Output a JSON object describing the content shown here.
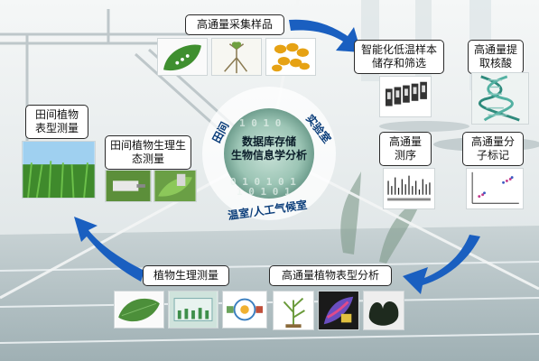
{
  "center": {
    "line1": "数据库存储",
    "line2": "生物信息学分析"
  },
  "ring": {
    "field": "田间",
    "lab": "实验室",
    "greenhouse": "温室/人工气候室"
  },
  "nodes": {
    "collect": "高通量采集样品",
    "storage": "智能化低温样本储存和筛选",
    "extract": "高通量提取核酸",
    "sequence": "高通量测序",
    "marker": "高通量分子标记",
    "pheno_analysis": "高通量植物表型分析",
    "physio": "植物生理测量",
    "field_eco": "田间植物生理生态测量",
    "field_pheno": "田间植物表型测量"
  },
  "colors": {
    "arrow": "#1a5fc0",
    "center": "#8fb8a8",
    "ring_text": "#0a3d7a"
  }
}
